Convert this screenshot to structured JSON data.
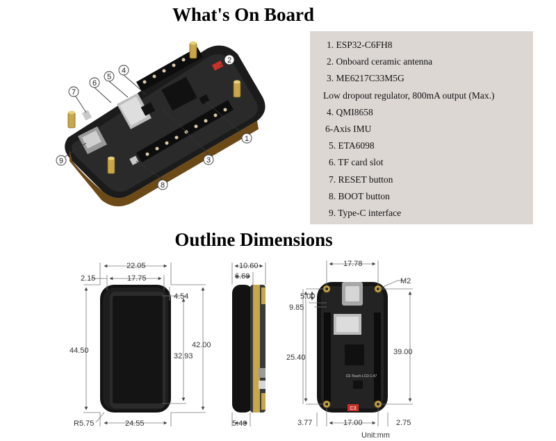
{
  "titles": {
    "board": "What's On Board",
    "dimensions": "Outline Dimensions"
  },
  "features": [
    "1. ESP32-C6FH8",
    "2. Onboard ceramic antenna",
    "3. ME6217C33M5G",
    "Low dropout regulator, 800mA output (Max.)",
    "4. QMI8658",
    "6-Axis IMU",
    "5. ETA6098",
    "6. TF card slot",
    "7. RESET button",
    "8. BOOT button",
    "9. Type-C interface"
  ],
  "callouts": [
    "1",
    "2",
    "3",
    "4",
    "5",
    "6",
    "7",
    "8",
    "9"
  ],
  "board_silkscreen": "C6-Touch-LCD-1.47",
  "antenna_label": "C3",
  "dims_front": {
    "w_outer": "22.05",
    "w_inner": "17.75",
    "edge_left": "2.15",
    "top_inset": "4.54",
    "h_outer": "44.50",
    "h_inner": "42.00",
    "h_display": "32.93",
    "radius": "R5.75",
    "w_bottom": "24.55"
  },
  "dims_side": {
    "thick_total": "10.60",
    "thick_body": "6.60",
    "thick_bottom": "5.40"
  },
  "dims_back": {
    "hole_span": "17.78",
    "screw": "M2",
    "top_5": "5.00",
    "top_985": "9.85",
    "h_2540": "25.40",
    "h_3900": "39.00",
    "left_377": "3.77",
    "w_1700": "17.00",
    "right_275": "2.75"
  },
  "unit": "Unit:mm"
}
